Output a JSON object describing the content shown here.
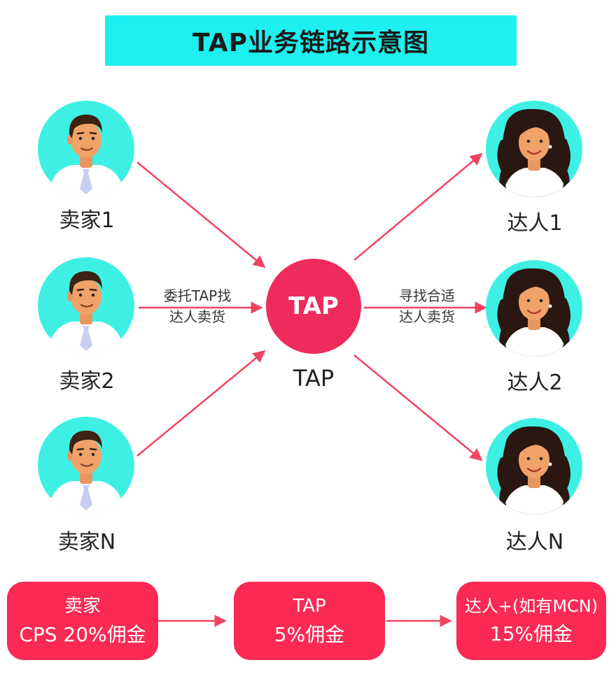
{
  "title": "TAP业务链路示意图",
  "colors": {
    "accent_cyan": "#1df0ee",
    "avatar_bg": "#3ef0e4",
    "arrow_red": "#f04461",
    "tap_red": "#ee2b5a",
    "box_red": "#fa2a55"
  },
  "sellers": [
    {
      "label": "卖家1",
      "icon": "seller-avatar-icon"
    },
    {
      "label": "卖家2",
      "icon": "seller-avatar-icon"
    },
    {
      "label": "卖家N",
      "icon": "seller-avatar-icon"
    }
  ],
  "creators": [
    {
      "label": "达人1",
      "icon": "creator-avatar-icon"
    },
    {
      "label": "达人2",
      "icon": "creator-avatar-icon"
    },
    {
      "label": "达人N",
      "icon": "creator-avatar-icon"
    }
  ],
  "hub": {
    "circle_text": "TAP",
    "label": "TAP"
  },
  "edges": {
    "left_text": [
      "委托TAP找",
      "达人卖货"
    ],
    "right_text": [
      "寻找合适",
      "达人卖货"
    ]
  },
  "commission": [
    {
      "line1": "卖家",
      "line2": "CPS 20%佣金"
    },
    {
      "line1": "TAP",
      "line2": "5%佣金"
    },
    {
      "line1": "达人+(如有MCN)",
      "line2": "15%佣金"
    }
  ]
}
